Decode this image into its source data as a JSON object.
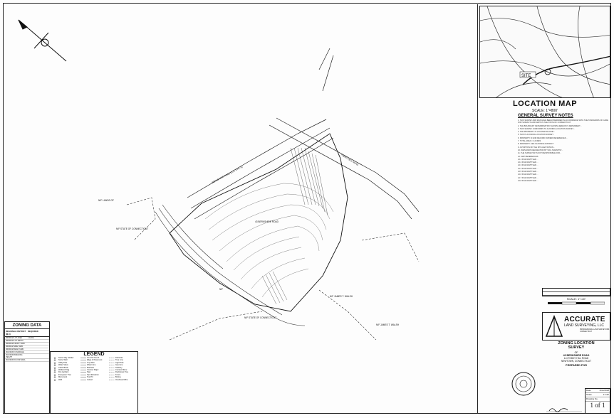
{
  "plan": {
    "neighbor_labels": [
      "N/F LANDS OF",
      "N/F STATE OF CONNECTICUT",
      "N/F",
      "N/F JAMES T. WALSH",
      "N/F STATE OF CONNECTICUT",
      "N/F JAMES T. WALSH"
    ],
    "parcel_label": "43 BERKSHIRE ROAD",
    "road_labels": [
      "BERKSHIRE ROAD (U.S. RTE. 6)",
      "TODDY HILL ROAD"
    ]
  },
  "location_map": {
    "title": "LOCATION MAP",
    "scale": "SCALE: 1\"=800'",
    "site_label": "SITE"
  },
  "notes": {
    "title": "GENERAL SURVEY NOTES",
    "items": [
      "1.  THIS SURVEY AND MAP HAVE BEEN PREPARED IN ACCORDANCE WITH THE STANDARDS OF CARE FOR SURVEYS AND MAPS IN THE STATE OF CONNECTICUT.",
      "2.  THE BOUNDARY DETERMINATION SHOWN HEREON IS DEPENDENT...",
      "3.  THIS SURVEY CONFORMS TO A ZONING LOCATION SURVEY...",
      "4.  THE PROPERTY IS LOCATED IN ZONE...",
      "5.  THIS IS A ZONING LOCATION SURVEY.",
      "6.  PROPERTY ID AND RECORD OWNER REFERENCES...",
      "7.  TOTAL AREA = 2 ACRES",
      "8.  PROPERTY LIES IN ZONING DISTRICT",
      "9.  A PORTION OF THE SITE LIES WITHIN...",
      "10. WETLANDS DELINEATION BY SOIL SCIENTIST...",
      "11. THE SURVEYOR IS NOT RESPONSIBLE FOR...",
      "12. MAP REFERENCES:",
      "12.1  PLAN ENTITLED ...",
      "12.2  PLAN ENTITLED ...",
      "12.3  PLAN ENTITLED ...",
      "12.4  PLAN ENTITLED ...",
      "12.5  PLAN ENTITLED ...",
      "12.6  PLAN ENTITLED ...",
      "12.7  PLAN ENTITLED ...",
      "12.8  PLAN ENTITLED ..."
    ]
  },
  "scale_bar": {
    "label": "SCALE: 1\"=40'"
  },
  "company": {
    "name": "ACCURATE",
    "sub": "LAND SURVEYING, LLC",
    "address": "PROFESSIONAL LAND SURVEYORS CONNECTICUT"
  },
  "survey": {
    "title1": "ZONING LOCATION",
    "title2": "SURVEY",
    "of": "OF",
    "address1": "43 BERKSHIRE ROAD",
    "address2": "& 4 TODDY HILL ROAD",
    "address3": "NEWTOWN, CONNECTICUT",
    "prepared_for": "PREPARED FOR"
  },
  "info": {
    "date_label": "Date:",
    "date": "2/14/2018",
    "scale_label": "Scale:",
    "scale": "1\"=40'",
    "sheet_label": "Drawing No.",
    "sheet": "1 of 1"
  },
  "zoning": {
    "title": "ZONING DATA",
    "headers": [
      "REGIONAL DISTRICT (M-5)",
      "REQUIRED"
    ],
    "rows": [
      [
        "MINIMUM LOT AREA",
        "2 ACRE"
      ],
      [
        "MINIMUM LOT WIDTH",
        ""
      ],
      [
        "MINIMUM FRONT YARD",
        ""
      ],
      [
        "MINIMUM SIDE YARD",
        ""
      ],
      [
        "MINIMUM REAR YARD",
        ""
      ],
      [
        "MAXIMUM COVERAGE",
        ""
      ],
      [
        "MAXIMUM BUILDING HEIGHT",
        ""
      ],
      [
        "MAXIMUM FLOOR AREA",
        ""
      ]
    ]
  },
  "legend": {
    "title": "LEGEND",
    "items": [
      "Storm Mtg. Marker",
      "Iron Pin Found",
      "Drill Hole",
      "Stone Wall",
      "Edge of Pavement",
      "Tree Line",
      "Utility Pole",
      "Guy Wire",
      "Light Pole",
      "Water Valve",
      "Water Line",
      "Gas Line",
      "Catch Basin",
      "Manhole",
      "Sanitary",
      "Wetland Flag",
      "Contour Major",
      "Contour Minor",
      "Fire Hydrant",
      "Sign",
      "Deciduous Tree",
      "Evergreen Tree",
      "Spot Elevation",
      "Fence",
      "Monument",
      "Test Pit",
      "Boring",
      "Wall",
      "Culvert",
      "Overhead Wire"
    ]
  }
}
